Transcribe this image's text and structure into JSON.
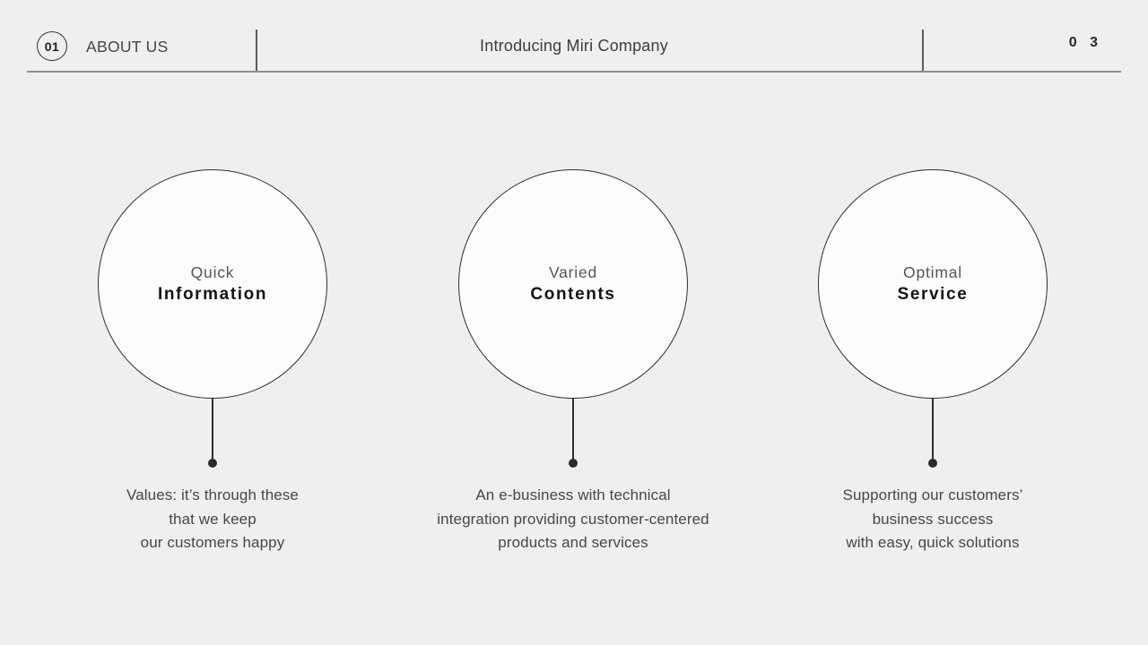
{
  "header": {
    "badge_number": "01",
    "section_label": "ABOUT US",
    "title": "Introducing Miri Company",
    "page_number": "0 3"
  },
  "columns": [
    {
      "title_line1": "Quick",
      "title_line2": "Information",
      "description_lines": [
        "Values: it’s through these",
        "that we keep",
        "our customers happy"
      ]
    },
    {
      "title_line1": "Varied",
      "title_line2": "Contents",
      "description_lines": [
        "An e-business with technical",
        "integration providing customer-centered",
        "products and services"
      ]
    },
    {
      "title_line1": "Optimal",
      "title_line2": "Service",
      "description_lines": [
        "Supporting our customers’",
        "business success",
        "with easy, quick solutions"
      ]
    }
  ],
  "colors": {
    "background": "#efefef",
    "circle_fill": "#fcfcfd",
    "line_dark": "#2e2e2e",
    "rule_gray": "#8d8d8d",
    "text_primary": "#141414",
    "text_secondary": "#474747"
  }
}
